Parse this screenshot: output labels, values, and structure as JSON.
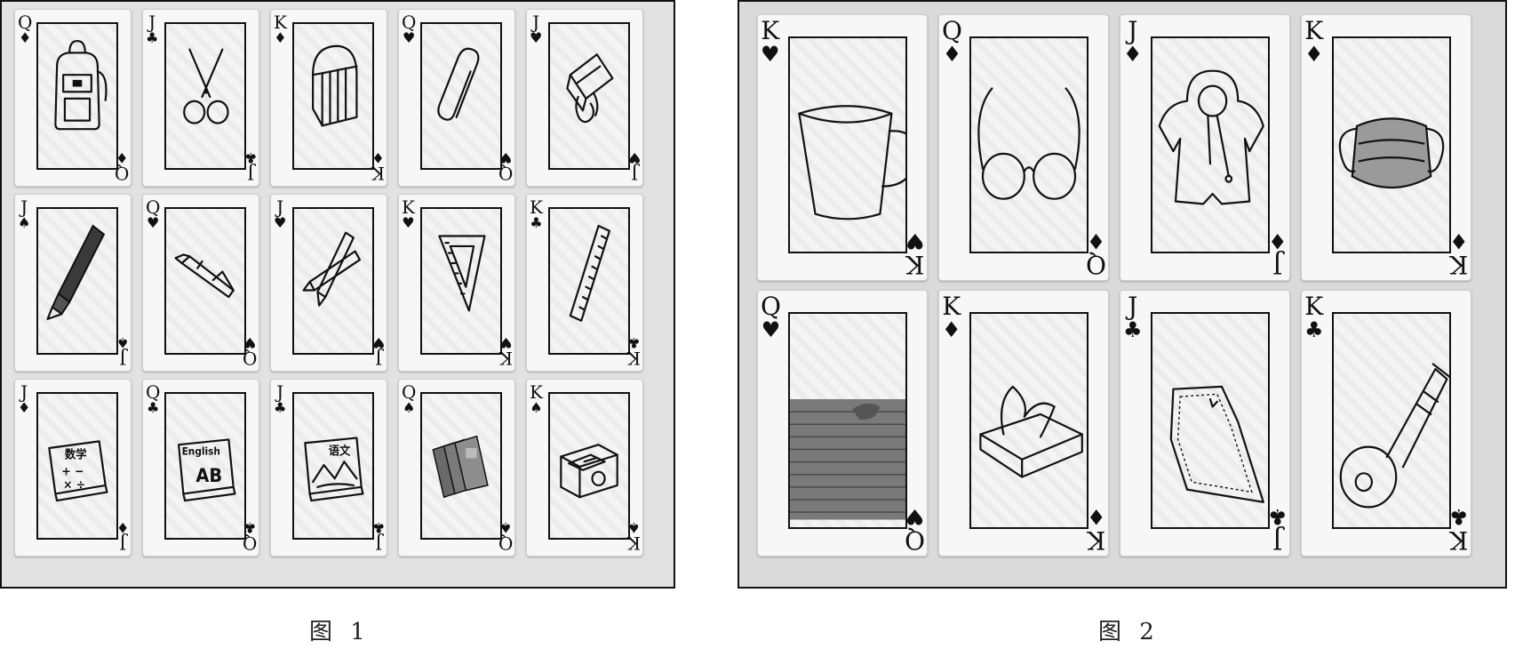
{
  "figure1": {
    "caption": "图 1",
    "cards": [
      {
        "rank": "Q",
        "suit": "diamonds",
        "object": "backpack-icon"
      },
      {
        "rank": "J",
        "suit": "clubs",
        "object": "scissors-icon"
      },
      {
        "rank": "K",
        "suit": "diamonds",
        "object": "pencil-case-icon"
      },
      {
        "rank": "Q",
        "suit": "hearts",
        "object": "paper-clip-icon"
      },
      {
        "rank": "J",
        "suit": "hearts",
        "object": "binder-clip-icon"
      },
      {
        "rank": "J",
        "suit": "spades",
        "object": "marker-icon"
      },
      {
        "rank": "Q",
        "suit": "hearts",
        "object": "fountain-pen-icon"
      },
      {
        "rank": "J",
        "suit": "hearts",
        "object": "pencils-icon"
      },
      {
        "rank": "K",
        "suit": "hearts",
        "object": "set-square-icon"
      },
      {
        "rank": "K",
        "suit": "clubs",
        "object": "ruler-icon"
      },
      {
        "rank": "J",
        "suit": "diamonds",
        "object": "math-book-icon",
        "book_text": "数学"
      },
      {
        "rank": "Q",
        "suit": "clubs",
        "object": "english-book-icon",
        "book_text": "English"
      },
      {
        "rank": "J",
        "suit": "clubs",
        "object": "chinese-book-icon",
        "book_text": "语文"
      },
      {
        "rank": "Q",
        "suit": "spades",
        "object": "workbooks-icon"
      },
      {
        "rank": "K",
        "suit": "spades",
        "object": "sharpener-icon"
      }
    ]
  },
  "figure2": {
    "caption": "图 2",
    "cards": [
      {
        "rank": "K",
        "suit": "hearts",
        "object": "cup-icon"
      },
      {
        "rank": "Q",
        "suit": "diamonds",
        "object": "glasses-icon"
      },
      {
        "rank": "J",
        "suit": "diamonds",
        "object": "raincoat-icon"
      },
      {
        "rank": "K",
        "suit": "diamonds",
        "object": "face-mask-icon"
      },
      {
        "rank": "Q",
        "suit": "hearts",
        "object": "lined-paper-icon"
      },
      {
        "rank": "K",
        "suit": "diamonds",
        "object": "tissue-box-icon"
      },
      {
        "rank": "J",
        "suit": "clubs",
        "object": "handkerchief-icon"
      },
      {
        "rank": "K",
        "suit": "clubs",
        "object": "key-icon"
      }
    ]
  },
  "suit_symbols": {
    "hearts": "♥",
    "diamonds": "♦",
    "clubs": "♣",
    "spades": "♠"
  },
  "colors": {
    "ink": "#111111",
    "card": "#f7f7f7",
    "background": "#e2e2e2"
  }
}
